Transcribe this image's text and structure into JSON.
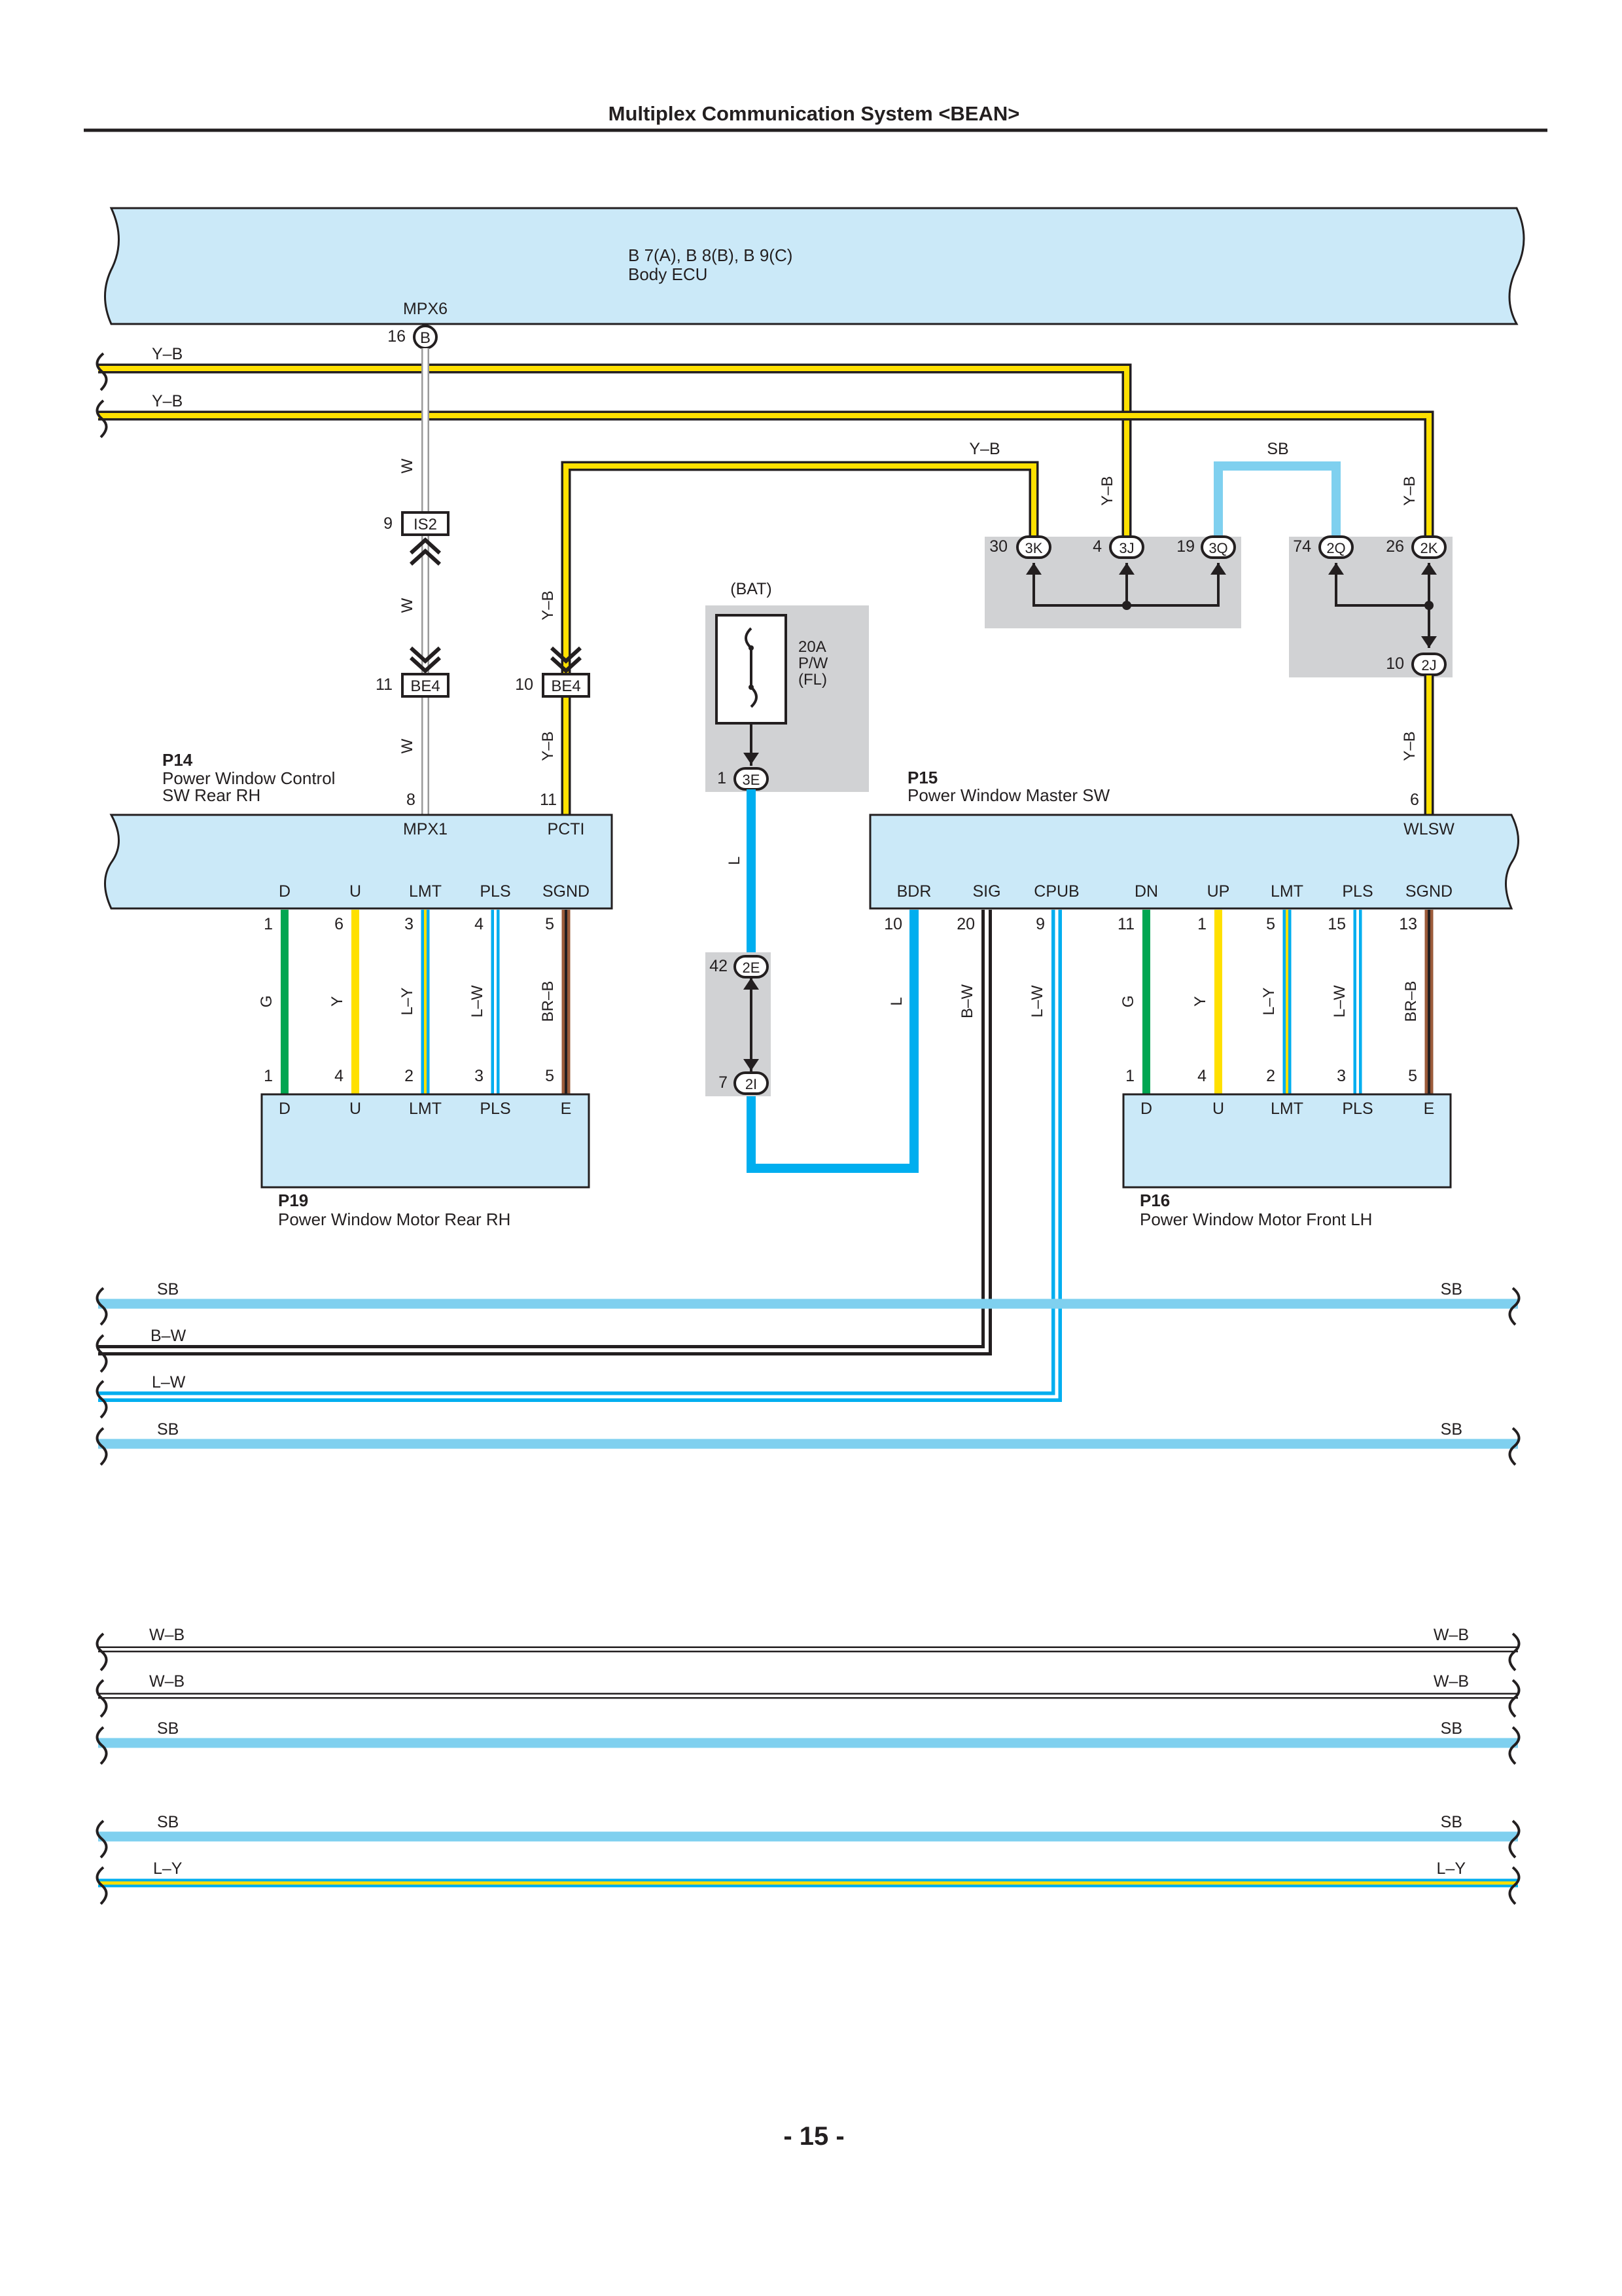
{
  "header": {
    "title": "Multiplex Communication System <BEAN>"
  },
  "footer": {
    "page": "- 15 -"
  },
  "colors": {
    "Y-B_yellow": "#ffe000",
    "ecu_fill": "#cbe9f8",
    "gray_box": "#d1d2d4",
    "L": "#00aeef",
    "SB": "#7fd0ef",
    "G": "#00a651",
    "BR": "#9b5b3a",
    "W_stripe": "#d9d9d9",
    "black": "#000000"
  },
  "body_ecu": {
    "connectors": "B 7(A), B 8(B), B 9(C)",
    "name": "Body ECU",
    "terminal_name": "MPX6",
    "pin": "16",
    "connector": "B"
  },
  "left_wires": {
    "a": "Y–B",
    "b": "Y–B"
  },
  "wire_labels": {
    "W_1": "W",
    "W_2": "W",
    "W_3": "W",
    "YB_1": "Y–B",
    "YB_2": "Y–B",
    "YB_top": "Y–B",
    "YB_v1": "Y–B",
    "SB_top": "SB",
    "YB_v2": "Y–B",
    "YB_v3": "Y–B",
    "L_1": "L",
    "L_2": "L",
    "BW": "B–W",
    "LW": "L–W"
  },
  "connectors": {
    "is2": {
      "pin": "9",
      "name": "IS2"
    },
    "be4a": {
      "pin": "11",
      "name": "BE4"
    },
    "be4b": {
      "pin": "10",
      "name": "BE4"
    },
    "j3k": {
      "pin": "30",
      "name": "3K"
    },
    "j3j": {
      "pin": "4",
      "name": "3J"
    },
    "j3q": {
      "pin": "19",
      "name": "3Q"
    },
    "j2q": {
      "pin": "74",
      "name": "2Q"
    },
    "j2k": {
      "pin": "26",
      "name": "2K"
    },
    "j2j": {
      "pin": "10",
      "name": "2J"
    },
    "j3e": {
      "pin": "1",
      "name": "3E"
    },
    "j2e": {
      "pin": "42",
      "name": "2E"
    },
    "j2i": {
      "pin": "7",
      "name": "2I"
    }
  },
  "fuse": {
    "source": "(BAT)",
    "rating": "20A",
    "name": "P/W",
    "location": "(FL)"
  },
  "p14": {
    "id": "P14",
    "name1": "Power Window Control",
    "name2": "SW Rear RH",
    "pin_mpx1": "8",
    "pin_pcti": "11",
    "term_mpx1": "MPX1",
    "term_pcti": "PCTI",
    "terminals": [
      "D",
      "U",
      "LMT",
      "PLS",
      "SGND"
    ],
    "pins": [
      "1",
      "6",
      "3",
      "4",
      "5"
    ],
    "wires": [
      "G",
      "Y",
      "L–Y",
      "L–W",
      "BR–B"
    ]
  },
  "p19": {
    "id": "P19",
    "name": "Power Window Motor Rear RH",
    "pins": [
      "1",
      "4",
      "2",
      "3",
      "5"
    ],
    "terminals": [
      "D",
      "U",
      "LMT",
      "PLS",
      "E"
    ]
  },
  "p15": {
    "id": "P15",
    "name": "Power Window Master SW",
    "pin_wlsw": "6",
    "term_wlsw": "WLSW",
    "terminals": [
      "BDR",
      "SIG",
      "CPUB",
      "DN",
      "UP",
      "LMT",
      "PLS",
      "SGND"
    ],
    "pins": [
      "10",
      "20",
      "9",
      "11",
      "1",
      "5",
      "15",
      "13"
    ],
    "wires": [
      "G",
      "Y",
      "L–Y",
      "L–W",
      "BR–B"
    ]
  },
  "p16": {
    "id": "P16",
    "name": "Power Window Motor Front LH",
    "pins": [
      "1",
      "4",
      "2",
      "3",
      "5"
    ],
    "terminals": [
      "D",
      "U",
      "LMT",
      "PLS",
      "E"
    ]
  },
  "bus1": {
    "sb1_l": "SB",
    "sb1_r": "SB",
    "bw": "B–W",
    "lw": "L–W",
    "sb2_l": "SB",
    "sb2_r": "SB"
  },
  "bus2": {
    "wb1_l": "W–B",
    "wb1_r": "W–B",
    "wb2_l": "W–B",
    "wb2_r": "W–B",
    "sb_l": "SB",
    "sb_r": "SB"
  },
  "bus3": {
    "sb_l": "SB",
    "sb_r": "SB",
    "ly_l": "L–Y",
    "ly_r": "L–Y"
  }
}
